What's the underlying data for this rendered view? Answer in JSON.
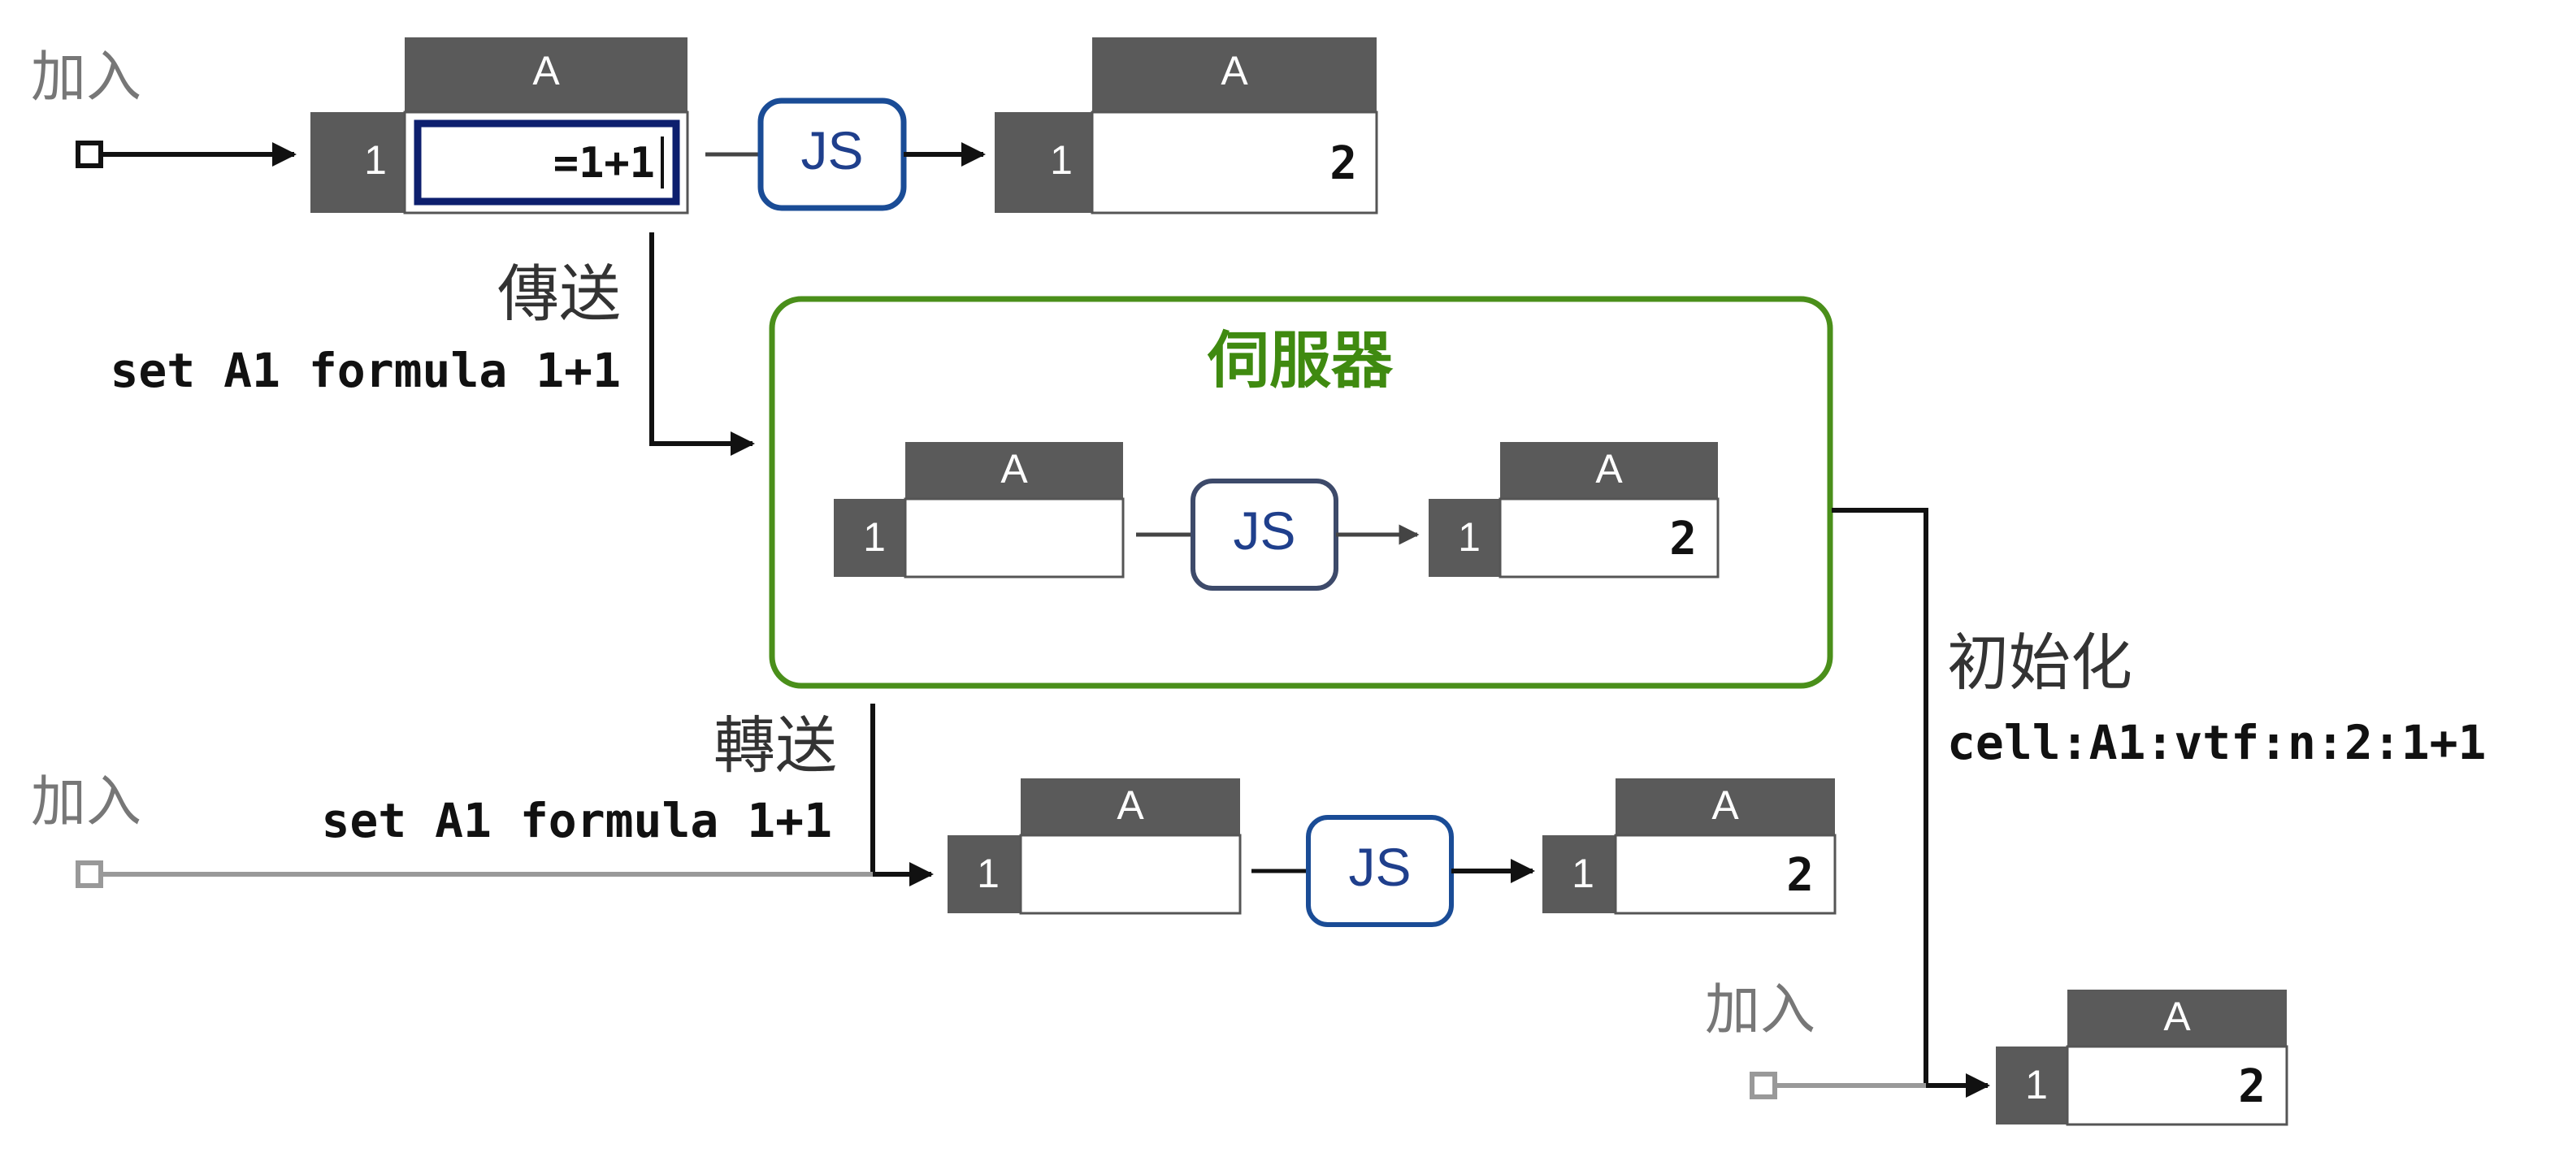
{
  "col_header": "A",
  "row_header": "1",
  "js_label": "JS",
  "result_value": "2",
  "formula_input": "=1+1",
  "server_title": "伺服器",
  "join_label": "加入",
  "send_label": "傳送",
  "send_command": "set A1 formula 1+1",
  "forward_label": "轉送",
  "forward_command": "set A1 formula 1+1",
  "init_label": "初始化",
  "init_command": "cell:A1:vtf:n:2:1+1",
  "colors": {
    "header_fill": "#5a5a5a",
    "header_text": "#ffffff",
    "cell_border": "#555555",
    "edit_border": "#0d1f6e",
    "js_border_blue": "#1a4c96",
    "js_border_slate": "#3d4a6a",
    "js_text": "#1f3f8c",
    "server_border": "#4a8f1a",
    "server_title": "#3f8a10",
    "arrow_dark": "#111111",
    "arrow_gray": "#999999",
    "label_text": "#333333",
    "join_label_gray": "#777777"
  }
}
